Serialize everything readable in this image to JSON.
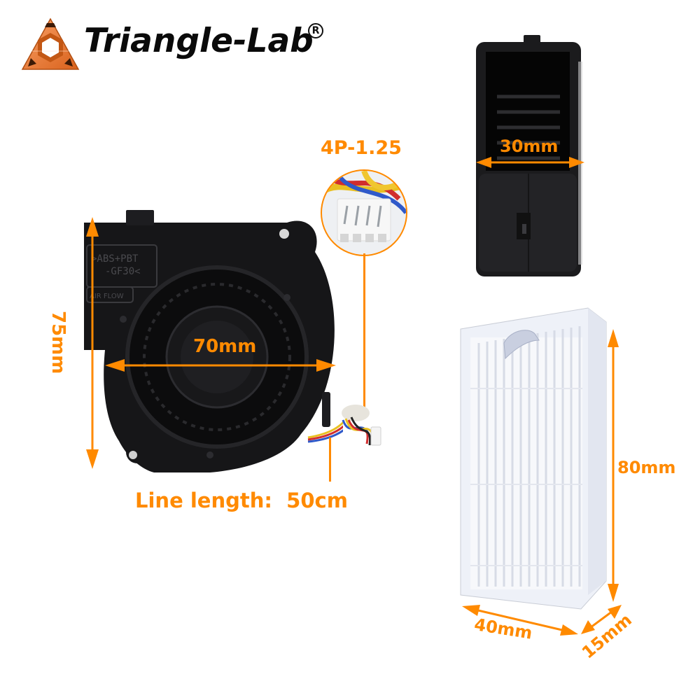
{
  "brand": {
    "name": "Triangle-Lab",
    "registered_mark": "R",
    "logo_color": "#f07a2c"
  },
  "accent_color": "#ff8a00",
  "product": {
    "fan": {
      "width_label": "70mm",
      "height_label": "75mm",
      "depth_label": "30mm",
      "connector_label": "4P-1.25",
      "line_length_label": "Line length:",
      "line_length_value": "50cm",
      "housing_marking_line1": ">ABS+PBT",
      "housing_marking_line2": "-GF30<",
      "airflow_marking": "AIR FLOW"
    },
    "filter": {
      "height_label": "80mm",
      "width_label": "40mm",
      "depth_label": "15mm"
    }
  }
}
